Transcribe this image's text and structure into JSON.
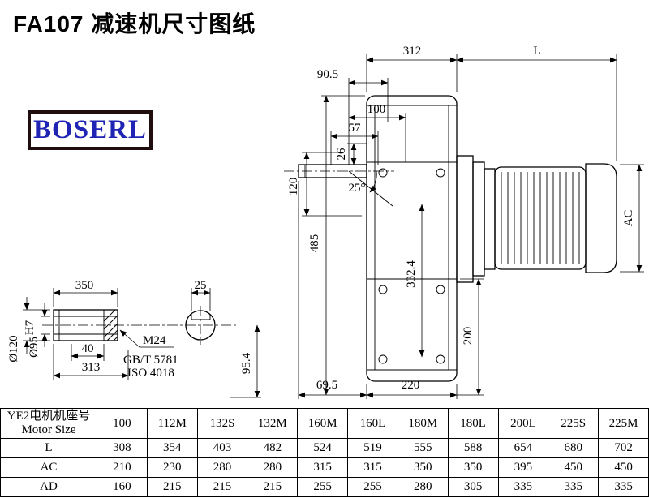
{
  "title": "FA107 减速机尺寸图纸",
  "logo": "BOSERL",
  "dims": {
    "w312": "312",
    "motor_len": "L",
    "w90_5": "90.5",
    "w100": "100",
    "w57": "57",
    "h26": "26",
    "h120": "120",
    "angle": "25°",
    "h485": "485",
    "motor_dia": "AC",
    "h332_4": "332.4",
    "h200": "200",
    "w69_5": "69.5",
    "w220": "220",
    "shaft_len": "350",
    "key_w": "25",
    "dia120": "Ø120",
    "dia95": "Ø95",
    "dia95_tol": "H7",
    "key_len": "40",
    "w313": "313",
    "thread": "M24",
    "std1": "GB/T 5781",
    "std2": "ISO 4018",
    "h95_4": "95.4"
  },
  "table": {
    "header_line1": "YE2电机机座号",
    "header_line2": "Motor Size",
    "sizes": [
      "100",
      "112M",
      "132S",
      "132M",
      "160M",
      "160L",
      "180M",
      "180L",
      "200L",
      "225S",
      "225M"
    ],
    "rows": [
      {
        "label": "L",
        "values": [
          "308",
          "354",
          "403",
          "482",
          "524",
          "519",
          "555",
          "588",
          "654",
          "680",
          "702"
        ]
      },
      {
        "label": "AC",
        "values": [
          "210",
          "230",
          "280",
          "280",
          "315",
          "315",
          "350",
          "350",
          "395",
          "450",
          "450"
        ]
      },
      {
        "label": "AD",
        "values": [
          "160",
          "215",
          "215",
          "215",
          "255",
          "255",
          "280",
          "305",
          "335",
          "335",
          "335"
        ]
      }
    ]
  }
}
